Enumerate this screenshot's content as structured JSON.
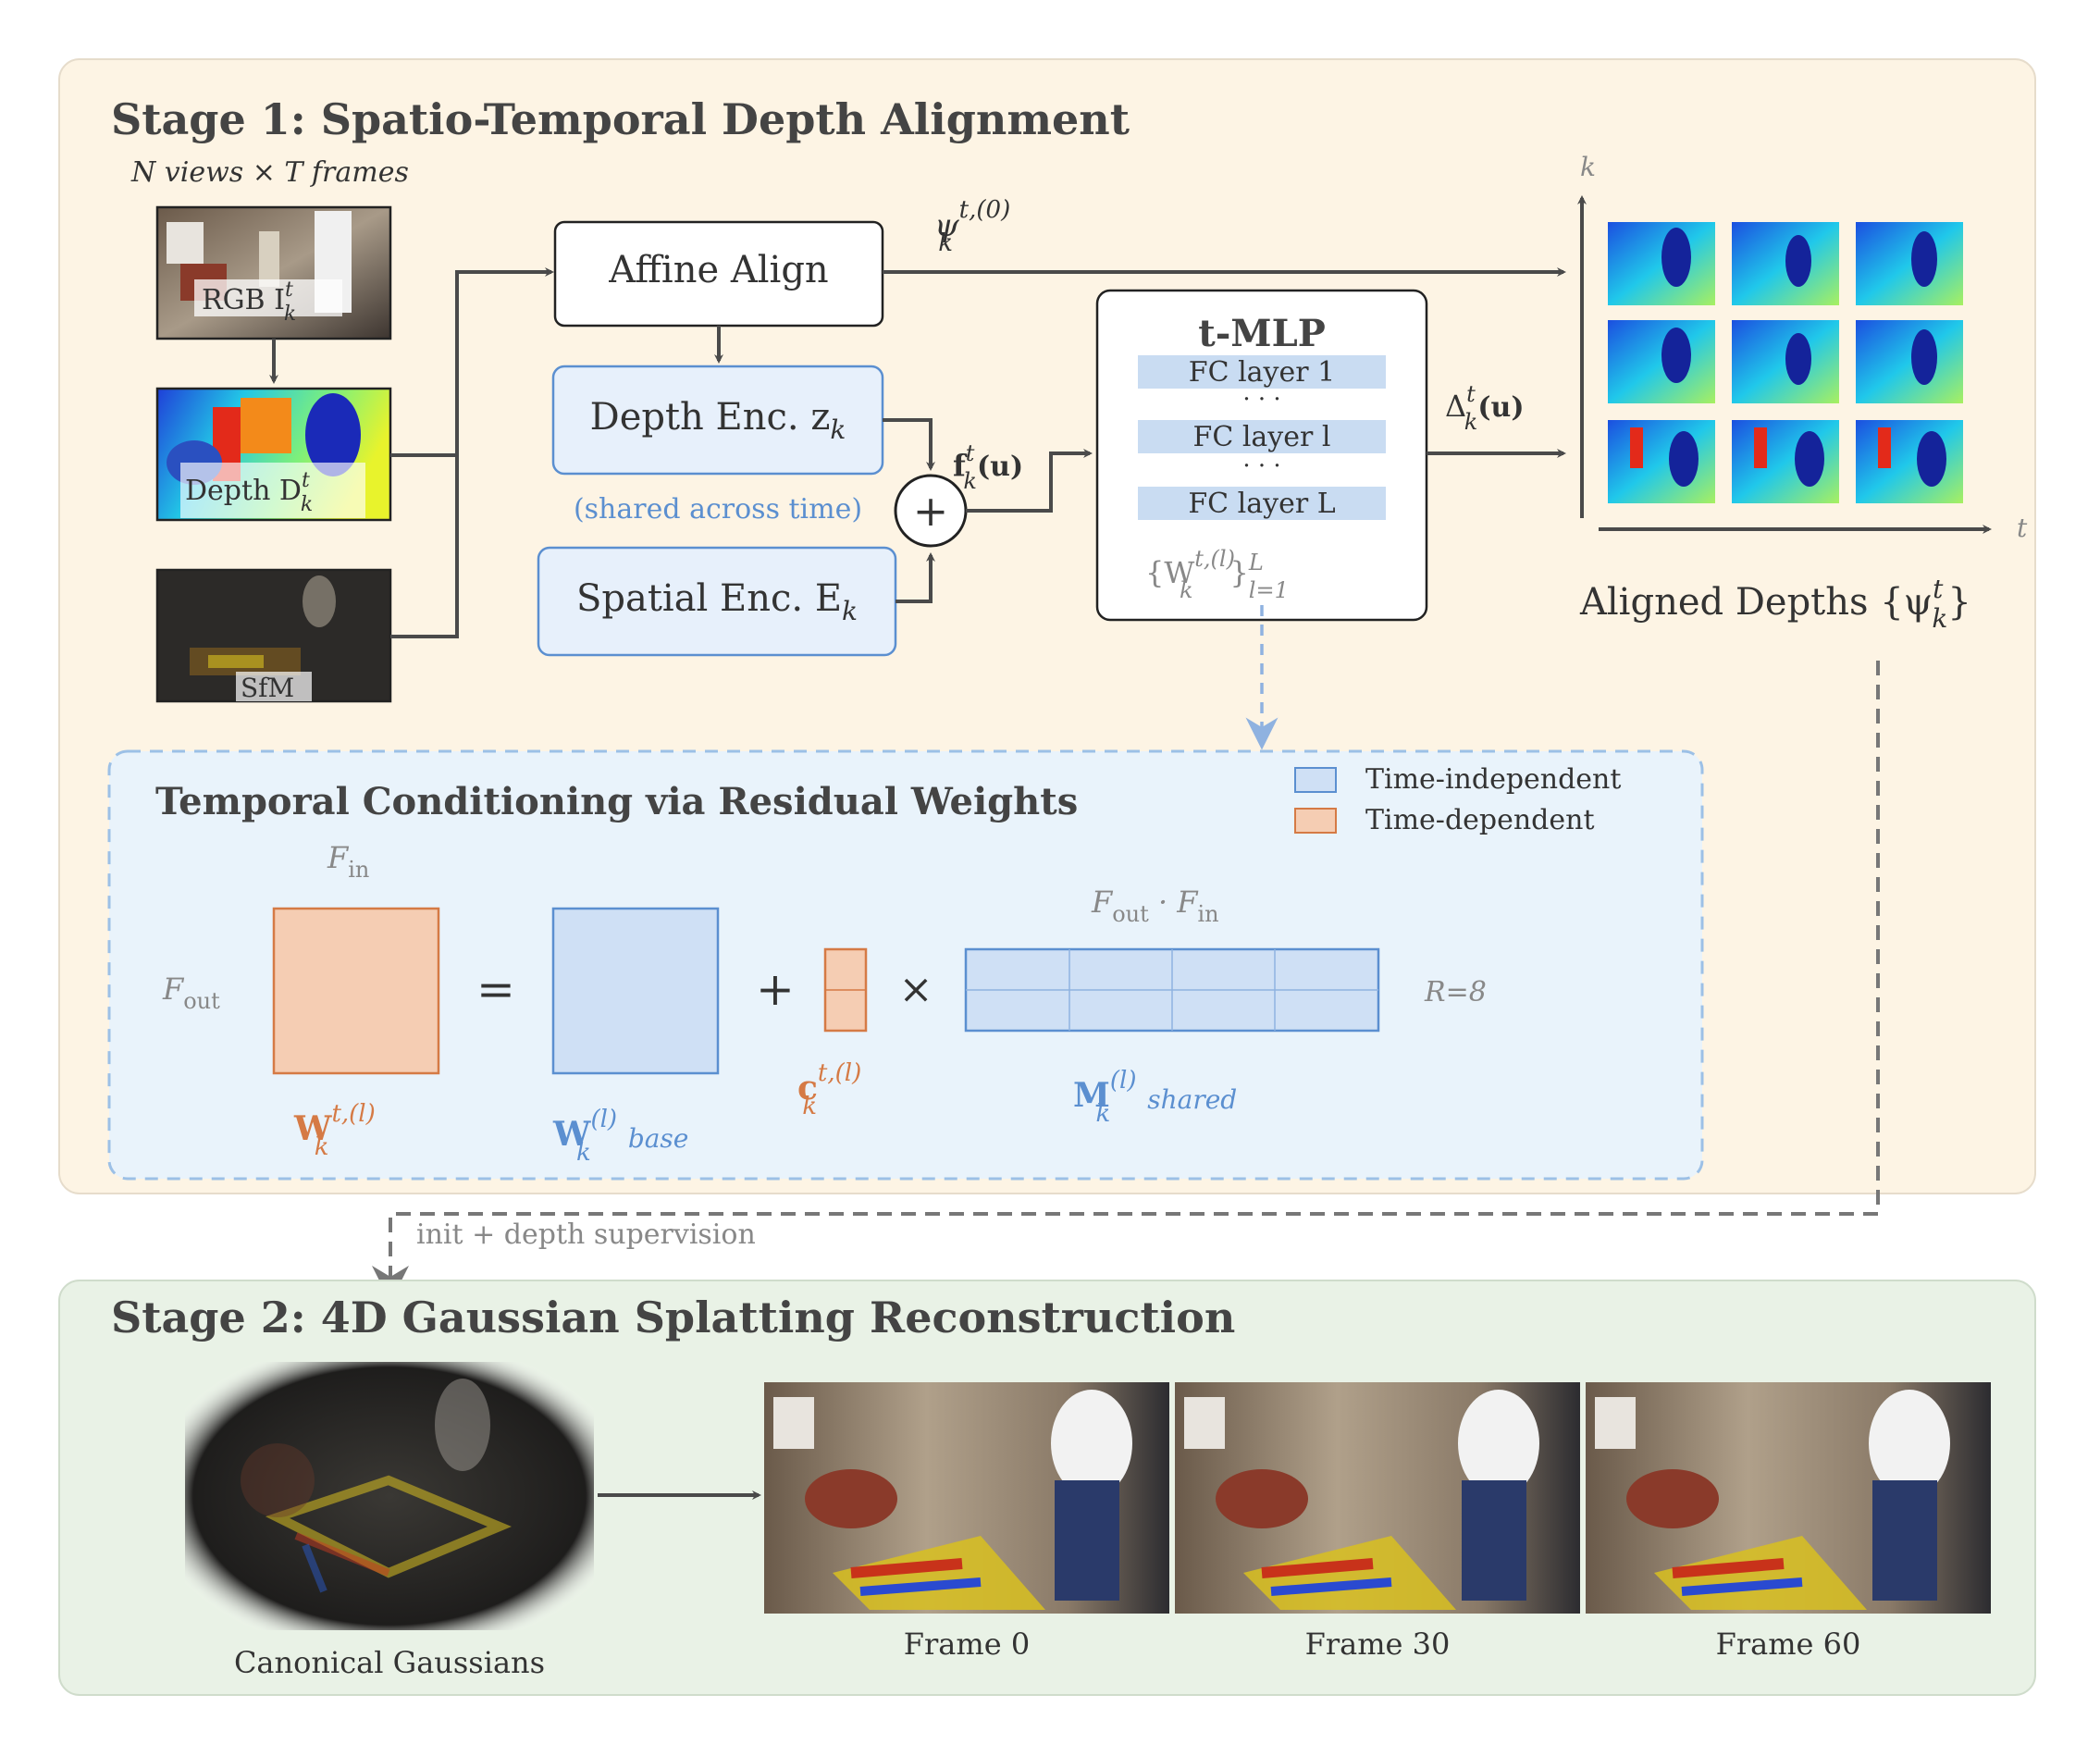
{
  "stage1": {
    "title": "Stage 1: Spatio-Temporal Depth Alignment",
    "inputs_caption": "N views × T frames",
    "rgb_label": "RGB I",
    "rgb_sup": "t",
    "rgb_sub": "k",
    "depth_label": "Depth D",
    "depth_sup": "t",
    "depth_sub": "k",
    "sfm_label": "SfM",
    "affine_align": "Affine Align",
    "psi_label": "ψ",
    "psi_sup": "t,(0)",
    "psi_sub": "k",
    "depth_enc": "Depth Enc. z",
    "depth_enc_sub": "k",
    "shared_note": "(shared across time)",
    "spatial_enc": "Spatial Enc. E",
    "spatial_enc_sub": "k",
    "plus_symbol": "+",
    "f_label": "f",
    "f_sup": "t",
    "f_sub": "k",
    "f_arg": "(u)",
    "tmlp_title": "t-MLP",
    "fc_layers": [
      "FC layer 1",
      "· · ·",
      "FC layer l",
      "· · ·",
      "FC layer L"
    ],
    "weights_label": "{W",
    "weights_sup": "t,(l)",
    "weights_sub": "k",
    "weights_close": "}",
    "weights_range_sup": "L",
    "weights_range_sub": "l=1",
    "delta_label": "Δ",
    "delta_sup": "t",
    "delta_sub": "k",
    "delta_arg": "(u)",
    "axis_k": "k",
    "axis_t": "t",
    "aligned_label": "Aligned Depths {ψ",
    "aligned_sup": "t",
    "aligned_sub": "k",
    "aligned_close": "}"
  },
  "conditioning": {
    "title": "Temporal Conditioning via Residual Weights",
    "legend": [
      {
        "label": "Time-independent",
        "color": "#cfe0f5"
      },
      {
        "label": "Time-dependent",
        "color": "#f5cdb3"
      }
    ],
    "f_in": "F",
    "f_in_sub": "in",
    "f_out": "F",
    "f_out_sub": "out",
    "f_out_in": "F",
    "f_out_in_sub1": "out",
    "f_out_in_mid": " · F",
    "f_out_in_sub2": "in",
    "equals": "=",
    "plus": "+",
    "times": "×",
    "rank": "R=8",
    "w_label": "W",
    "w_sup": "t,(l)",
    "w_sub": "k",
    "wbase_label": "W",
    "wbase_sup": "(l)",
    "wbase_sub": "k",
    "base_note": "base",
    "c_label": "c",
    "c_sup": "t,(l)",
    "c_sub": "k",
    "m_label": "M",
    "m_sup": "(l)",
    "m_sub": "k",
    "shared_note": "shared"
  },
  "link_label": "init + depth supervision",
  "stage2": {
    "title": "Stage 2: 4D Gaussian Splatting Reconstruction",
    "canonical_label": "Canonical Gaussians",
    "frames": [
      "Frame 0",
      "Frame 30",
      "Frame 60"
    ]
  }
}
